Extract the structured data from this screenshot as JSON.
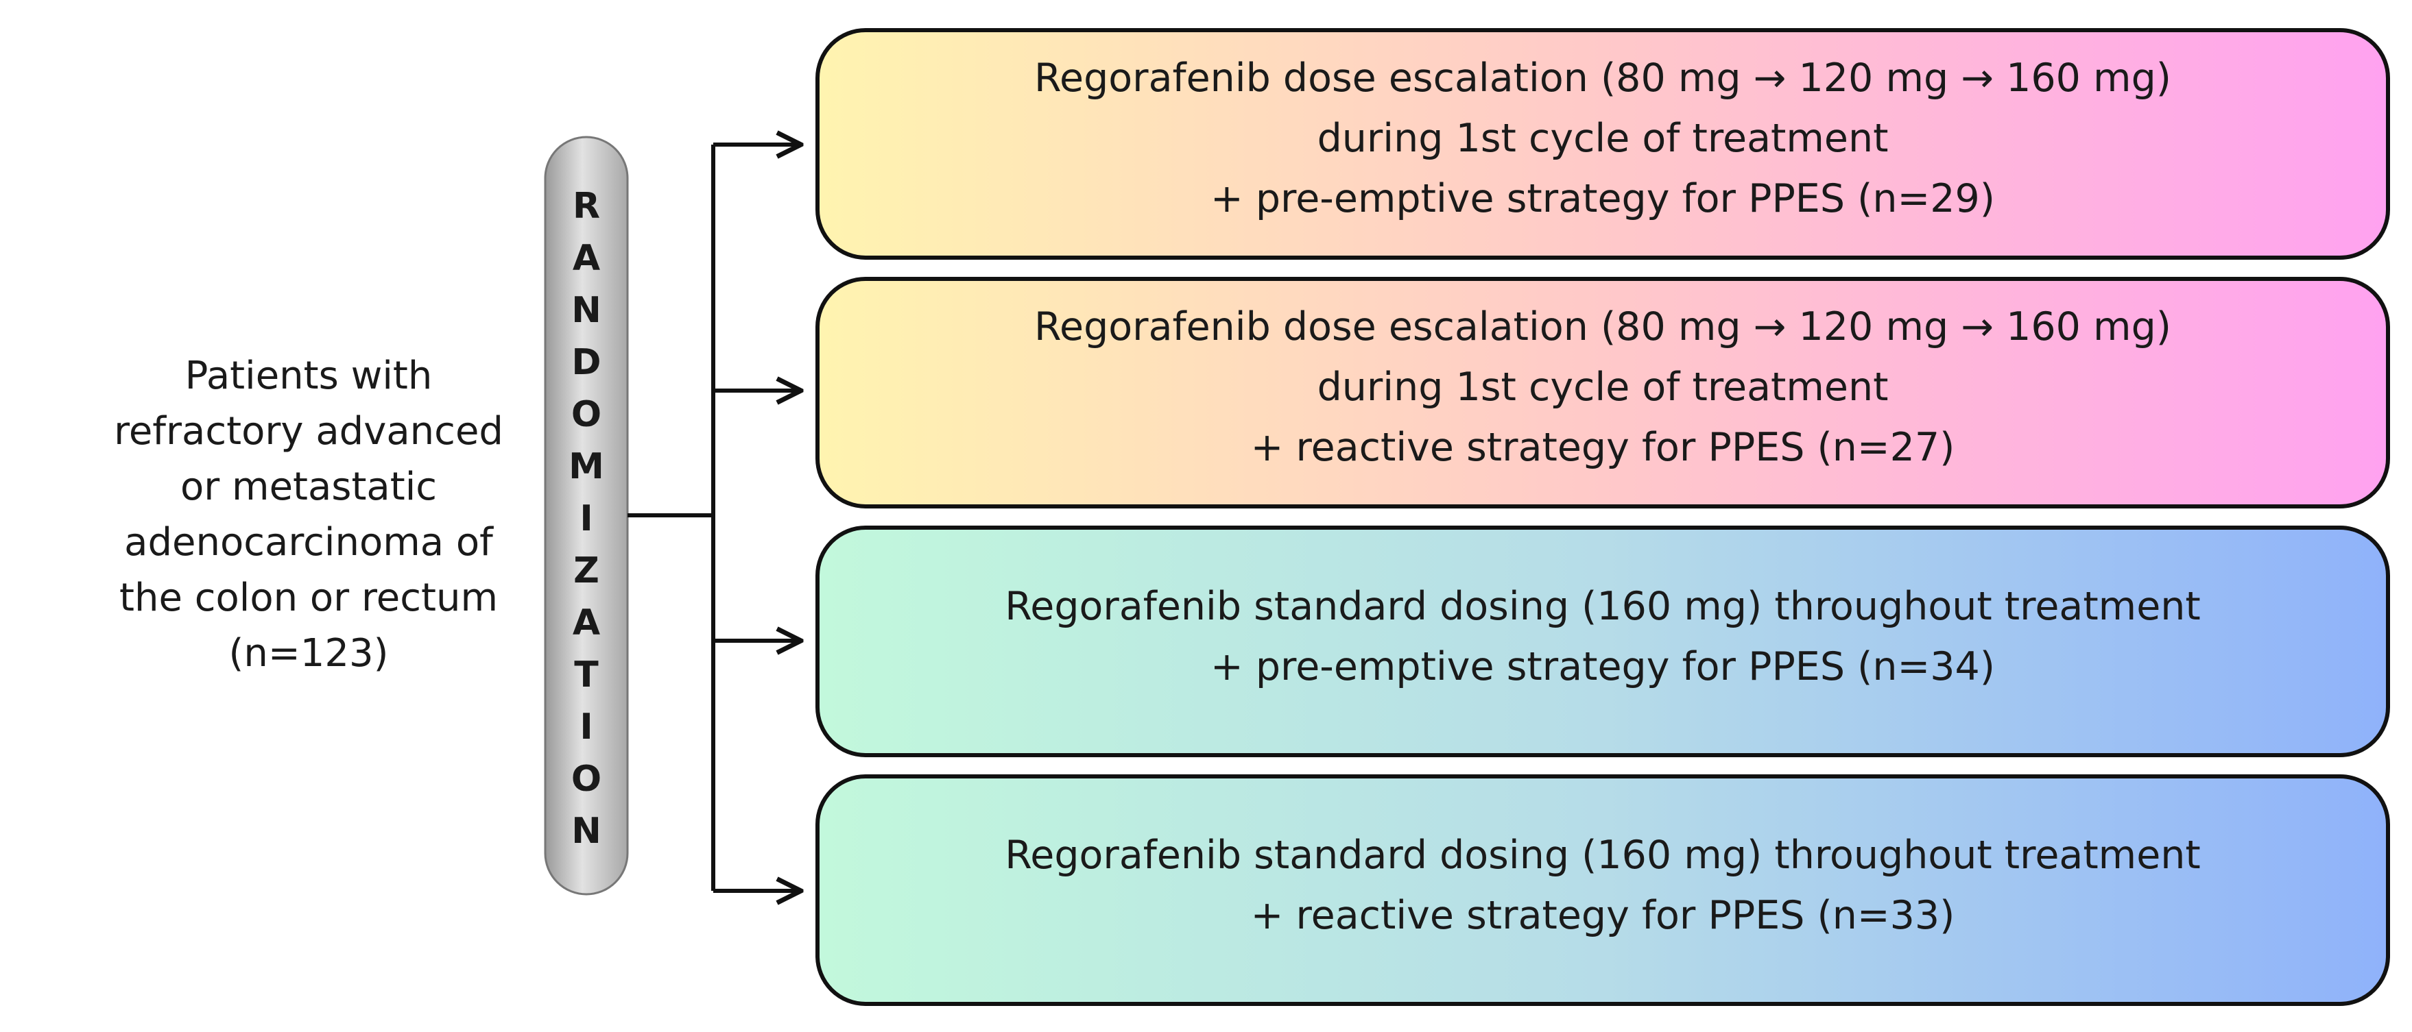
{
  "patients": {
    "lines": [
      "Patients with",
      "refractory advanced",
      "or metastatic",
      "adenocarcinoma of",
      "the colon or rectum",
      "(n=123)"
    ]
  },
  "randomization": {
    "label": "RANDOMIZATION"
  },
  "arms": [
    {
      "lines": [
        "Regorafenib dose escalation (80 mg → 120 mg → 160 mg)",
        "during 1st cycle of treatment",
        "+ pre-emptive strategy for PPES (n=29)"
      ],
      "gradient": [
        "#fff4b0",
        "#ffc9c9",
        "#ffa2f0"
      ]
    },
    {
      "lines": [
        "Regorafenib dose escalation (80 mg → 120 mg → 160 mg)",
        "during 1st cycle of treatment",
        "+ reactive strategy for PPES (n=27)"
      ],
      "gradient": [
        "#fff4b0",
        "#ffc9c9",
        "#ffa2f0"
      ]
    },
    {
      "lines": [
        "Regorafenib standard dosing (160 mg) throughout treatment",
        "+ pre-emptive strategy for PPES (n=34)"
      ],
      "gradient": [
        "#c2f8dc",
        "#b6dce8",
        "#8fb2fa"
      ]
    },
    {
      "lines": [
        "Regorafenib standard dosing (160 mg) throughout treatment",
        "+ reactive strategy for PPES (n=33)"
      ],
      "gradient": [
        "#c2f8dc",
        "#b6dce8",
        "#8fb2fa"
      ]
    }
  ],
  "colors": {
    "pill_light": "#e2e2e2",
    "pill_dark": "#9a9a9a",
    "stroke": "#111111"
  }
}
